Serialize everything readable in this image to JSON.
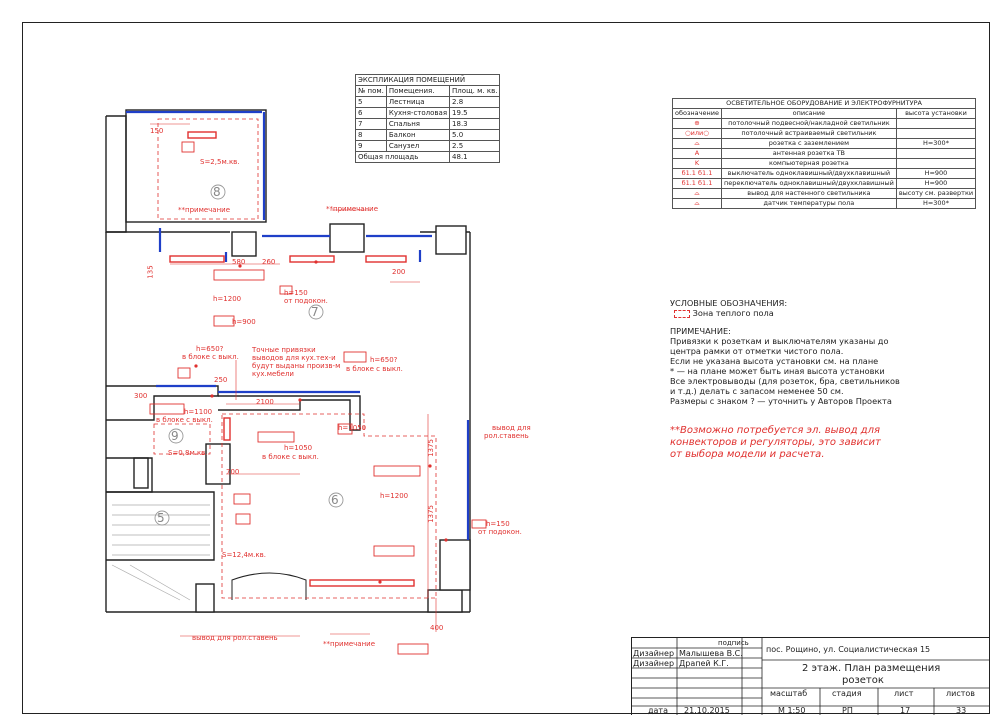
{
  "explication": {
    "title": "ЭКСПЛИКАЦИЯ ПОМЕЩЕНИЙ",
    "headers": [
      "№ пом.",
      "Помещения.",
      "Площ. м. кв."
    ],
    "rows": [
      [
        "5",
        "Лестница",
        "2.8"
      ],
      [
        "6",
        "Кухня-столовая",
        "19.5"
      ],
      [
        "7",
        "Спальня",
        "18.3"
      ],
      [
        "8",
        "Балкон",
        "5.0"
      ],
      [
        "9",
        "Санузел",
        "2.5"
      ]
    ],
    "total_label": "Общая площадь",
    "total_value": "48.1"
  },
  "legend": {
    "title": "ОСВЕТИТЕЛЬНОЕ ОБОРУДОВАНИЕ И ЭЛЕКТРОФУРНИТУРА",
    "headers": [
      "обозначение",
      "описание",
      "высота установки"
    ],
    "rows": [
      [
        "⊕",
        "потолочный подвесной/накладной светильник",
        ""
      ],
      [
        "○или○",
        "потолочный встраиваемый светильник",
        ""
      ],
      [
        "⌓",
        "розетка с заземлением",
        "H=300*"
      ],
      [
        "A",
        "антенная розетка ТВ",
        ""
      ],
      [
        "K",
        "компьютерная розетка",
        ""
      ],
      [
        "б1.1 б1.1",
        "выключатель одноклавишный/двухклавишный",
        "H=900"
      ],
      [
        "б1.1 б1.1",
        "переключатель одноклавишный/двухклавишный",
        "H=900"
      ],
      [
        "⌓",
        "вывод для настенного светильника",
        "высоту см. развертки"
      ],
      [
        "⌓",
        "датчик температуры пола",
        "H=300*"
      ]
    ]
  },
  "conventions": {
    "title": "УСЛОВНЫЕ ОБОЗНАЧЕНИЯ:",
    "item": "Зона теплого пола"
  },
  "notes": {
    "title": "ПРИМЕЧАНИЕ:",
    "lines": [
      "Привязки к розеткам и выключателям указаны до",
      "центра рамки от отметки чистого пола.",
      "Если не указана высота установки см. на плане",
      "* — на плане может быть иная высота установки",
      "Все электровыводы (для розеток, бра, светильников",
      "и т.д.) делать с запасом неменее 50 см.",
      "Размеры с знаком ? — уточнить у Авторов Проекта"
    ]
  },
  "red_note": [
    "**Возможно потребуется эл. вывод для",
    "конвекторов и регуляторы, это зависит",
    "от выбора модели и расчета."
  ],
  "plan": {
    "rooms": [
      "5",
      "6",
      "7",
      "8",
      "9"
    ],
    "labels": {
      "area8": "S=2,5м.кв.",
      "area9": "S=0,8м.кв.",
      "area6": "S=12,4м.кв.",
      "note1": "**примечание",
      "note2": "**примечание",
      "note3": "**примечание",
      "h1200a": "h=1200",
      "h900": "h=900",
      "h150a": "h=150",
      "h150a_sub": "от подокон.",
      "h650a": "h=650?",
      "h650a_sub": "в блоке с выкл.",
      "h650b": "h=650?",
      "h650b_sub": "в блоке с выкл.",
      "h1100": "h=1100",
      "h1100_sub": "в блоке с выкл.",
      "h1050a": "h=1050",
      "h1050b": "h=1050",
      "h1050b_sub": "в блоке с выкл.",
      "h1200b": "h=1200",
      "h150b": "h=150",
      "h150b_sub": "от подокон.",
      "kitchen1": "Точные привязки",
      "kitchen2": "выводов для кух.тех-и",
      "kitchen3": "будут выданы произв-м",
      "kitchen4": "кух.мебели",
      "blind1": "вывод для",
      "blind1b": "рол.ставень",
      "blind2": "вывод для рол.ставень",
      "d2100": "2100",
      "d700": "700",
      "d1375a": "1375",
      "d1375b": "1375",
      "d400": "400",
      "d200": "200",
      "d250": "250",
      "d300": "300",
      "d150": "150",
      "d135": "135",
      "d580": "580",
      "d260": "260"
    }
  },
  "stamp": {
    "podpis": "подпись",
    "role1": "Дизайнер",
    "name1": "Малышева В.С.",
    "role2": "Дизайнер",
    "name2": "Драпей К.Г.",
    "address": "пос. Рощино, ул. Социалистическая 15",
    "sheet_title_1": "2 этаж. План размещения",
    "sheet_title_2": "розеток",
    "col_scale": "масштаб",
    "col_stage": "стадия",
    "col_sheet": "лист",
    "col_sheets": "листов",
    "date_label": "дата",
    "date": "21.10.2015",
    "scale": "М 1:50",
    "stage": "РП",
    "sheet": "17",
    "sheets": "33"
  }
}
